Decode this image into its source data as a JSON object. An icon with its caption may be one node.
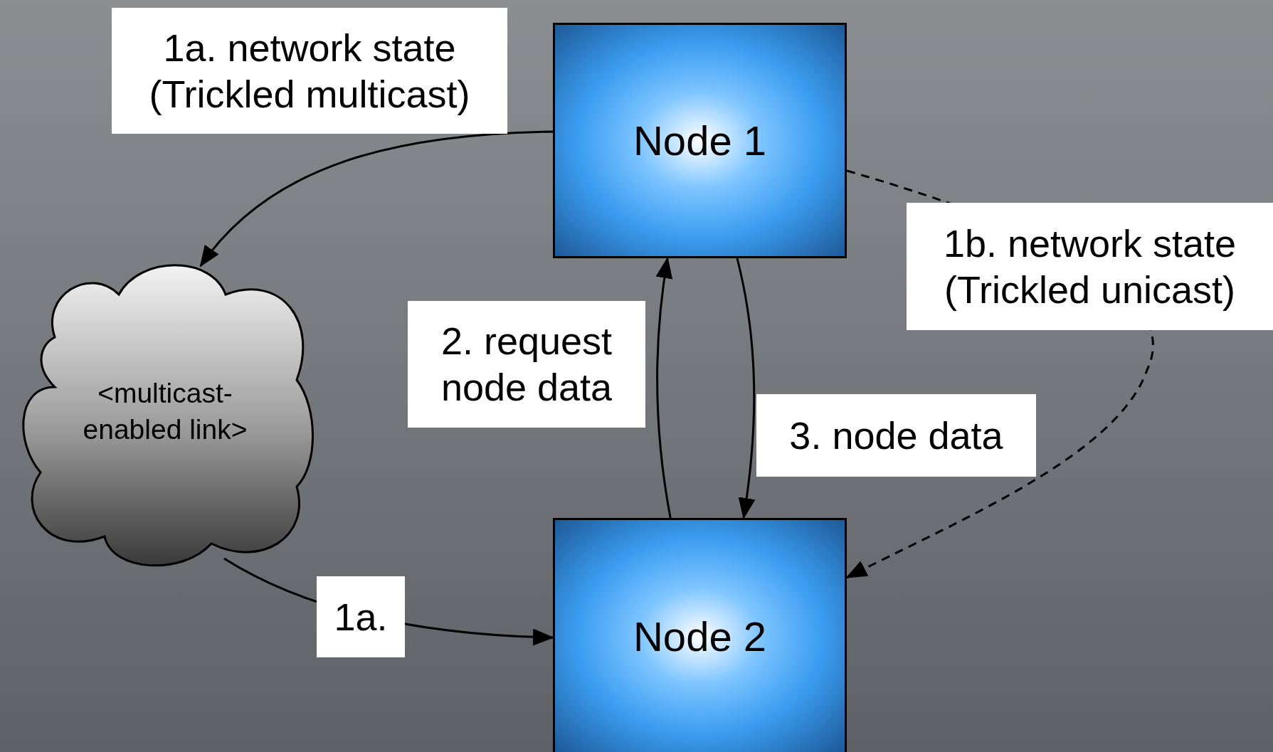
{
  "diagram": {
    "nodes": [
      {
        "text": [
          "Node 1"
        ]
      },
      {
        "text": [
          "Node 2"
        ]
      },
      {
        "text": [
          "<multicast- enabled link>"
        ]
      }
    ],
    "edges": [
      {
        "from": 0,
        "to": 2,
        "arrow": "to",
        "label": "1a. network state (Trickled multicast)"
      },
      {
        "from": 2,
        "to": 1,
        "arrow": "to",
        "label": "1a."
      },
      {
        "from": 1,
        "to": 0,
        "arrow": "to",
        "label": "2. request node data"
      },
      {
        "from": 0,
        "to": 1,
        "arrow": "to",
        "label": "3. node data"
      },
      {
        "from": 0,
        "to": 1,
        "arrow": "to",
        "style": "dashed",
        "label": "1b. network state (Trickled unicast)"
      }
    ]
  }
}
